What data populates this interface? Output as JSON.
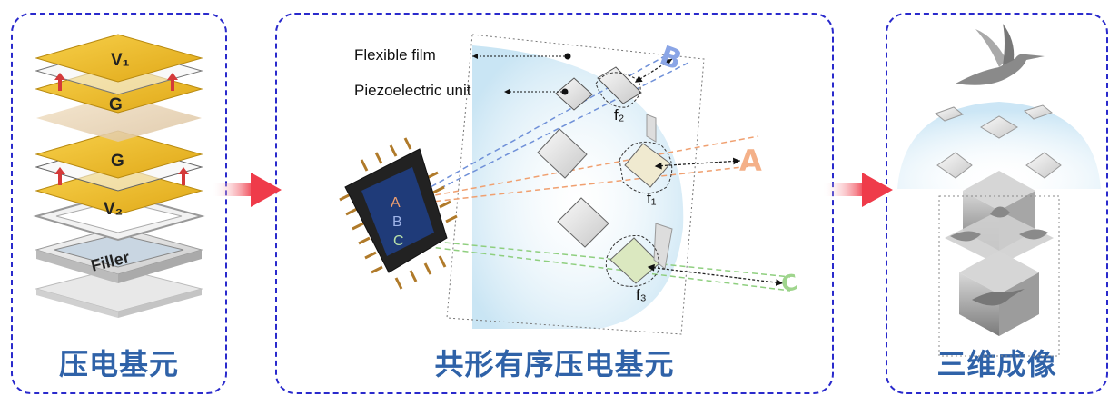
{
  "panels": {
    "left": {
      "caption": "压电基元",
      "layers": {
        "v1": "V₁",
        "g_top": "G",
        "g_mid": "G",
        "v2": "V₂",
        "filler": "Filler"
      }
    },
    "middle": {
      "caption": "共形有序压电基元",
      "labels": {
        "film": "Flexible film",
        "unit": "Piezoelectric unit"
      },
      "chip": {
        "a": "A",
        "b": "B",
        "c": "C"
      },
      "focus": {
        "f1": "f₁",
        "f2": "f₂",
        "f3": "f₃"
      },
      "targets": {
        "a": "A",
        "b": "B",
        "c": "C"
      }
    },
    "right": {
      "caption": "三维成像"
    }
  },
  "colors": {
    "border": "#2a2acc",
    "caption": "#2f62a8",
    "arrow": "#ef3b4a",
    "gold": "#f2c230",
    "beam_a": "#f0a070",
    "beam_b": "#6f90d8",
    "beam_c": "#8fcf7f"
  }
}
